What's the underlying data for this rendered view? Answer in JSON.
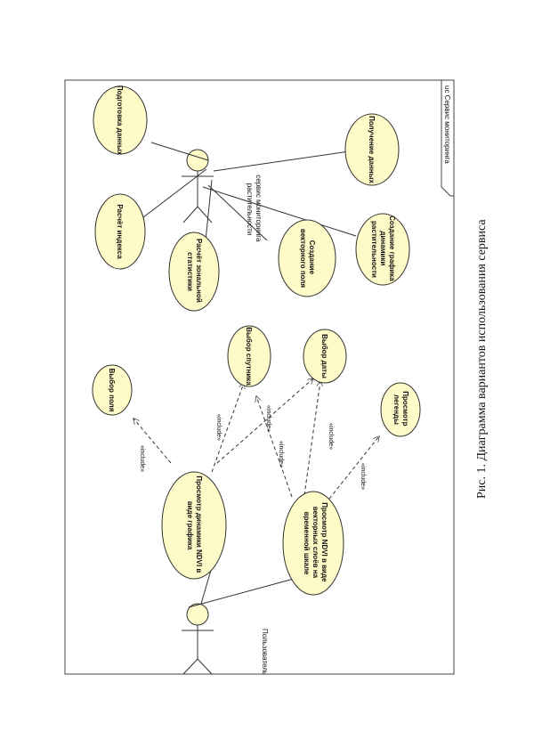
{
  "diagram": {
    "frame_title": "uc Сервис мониторинга",
    "caption": "Рис. 1. Диаграмма вариантов использования сервиса",
    "actors": {
      "user": [
        "Пользователь"
      ],
      "service": [
        "сервис мониторинга",
        "растительности"
      ]
    },
    "use_cases": {
      "data_preparation": [
        "Подготовка данных"
      ],
      "index_calc": [
        "Расчёт индекса"
      ],
      "zonal_stats": [
        "Расчёт зональной",
        "статистики"
      ],
      "vector_field": [
        "Создание",
        "векторного поля"
      ],
      "dynamics_chart": [
        "Создание графика",
        "динамики",
        "растительности"
      ],
      "get_data": [
        "Получение данных"
      ],
      "field_select": [
        "Выбор поля"
      ],
      "satellite_select": [
        "Выбор спутника"
      ],
      "date_select": [
        "Выбор даты"
      ],
      "legend_view": [
        "Просмотр",
        "легенды"
      ],
      "ndvi_chart_view": [
        "Просмотр динамики NDVI в",
        "виде графика"
      ],
      "ndvi_layers_view": [
        "Просмотр NDVI в виде",
        "векторных слоёв на",
        "временной шкале"
      ]
    },
    "stereotype": "«include»"
  }
}
